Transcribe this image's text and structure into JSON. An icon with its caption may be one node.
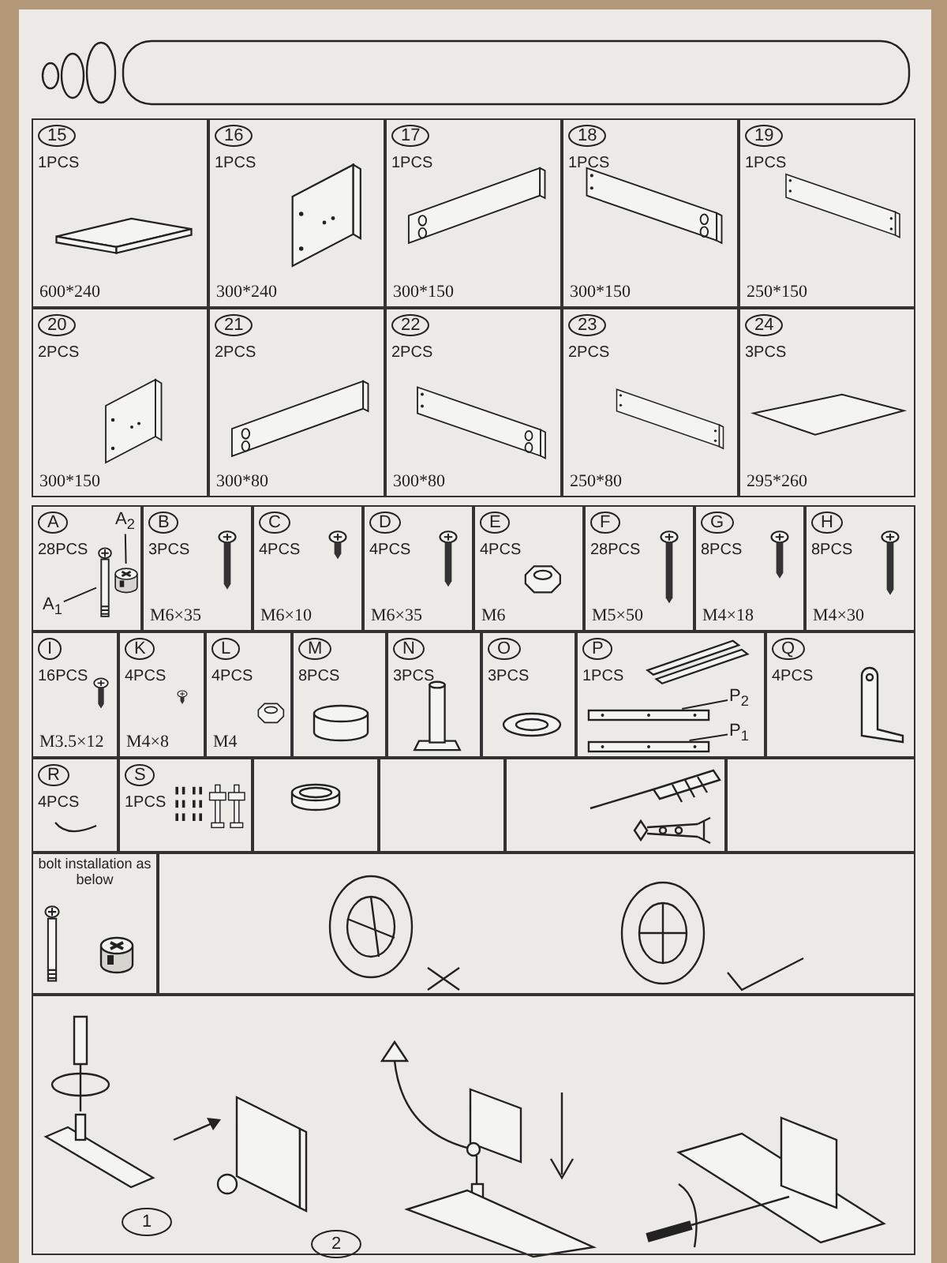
{
  "diagram": {
    "nodes": [
      {
        "text": [
          "15",
          "1PCS",
          "600*240"
        ]
      },
      {
        "text": [
          "16",
          "1PCS",
          "300*240"
        ]
      },
      {
        "text": [
          "17",
          "1PCS",
          "300*150"
        ]
      },
      {
        "text": [
          "18",
          "1PCS",
          "300*150"
        ]
      },
      {
        "text": [
          "19",
          "1PCS",
          "250*150"
        ]
      },
      {
        "text": [
          "20",
          "2PCS",
          "300*150"
        ]
      },
      {
        "text": [
          "21",
          "2PCS",
          "300*80"
        ]
      },
      {
        "text": [
          "22",
          "2PCS",
          "300*80"
        ]
      },
      {
        "text": [
          "23",
          "2PCS",
          "250*80"
        ]
      },
      {
        "text": [
          "24",
          "3PCS",
          "295*260"
        ]
      },
      {
        "text": [
          "A",
          "28PCS"
        ]
      },
      {
        "text": [
          "A$_{1}$"
        ],
        "in": 10
      },
      {
        "text": [
          "A$_{2}$"
        ],
        "in": 10
      },
      {
        "text": [],
        "shape": "picture",
        "in": 10
      },
      {
        "text": [],
        "shape": "picture",
        "in": 10
      },
      {
        "text": [
          "B",
          "3PCS",
          "M6×35"
        ]
      },
      {
        "text": [
          "C",
          "4PCS",
          "M6×10"
        ]
      },
      {
        "text": [
          "D",
          "4PCS",
          "M6×35"
        ]
      },
      {
        "text": [
          "E",
          "4PCS",
          "M6"
        ]
      },
      {
        "text": [
          "F",
          "28PCS",
          "M5×50"
        ]
      },
      {
        "text": [
          "G",
          "8PCS",
          "M4×18"
        ]
      },
      {
        "text": [
          "H",
          "8PCS",
          "M4×30"
        ]
      },
      {
        "text": [
          "I",
          "16PCS",
          "M3.5×12"
        ]
      },
      {
        "text": [
          "K",
          "4PCS",
          "M4×8"
        ]
      },
      {
        "text": [
          "L",
          "4PCS",
          "M4"
        ]
      },
      {
        "text": [
          "M",
          "8PCS"
        ]
      },
      {
        "text": [
          "N",
          "3PCS"
        ]
      },
      {
        "text": [
          "O",
          "3PCS"
        ]
      },
      {
        "text": [
          "P",
          "1PCS"
        ]
      },
      {
        "text": [
          "P$_{2}$"
        ],
        "in": 28
      },
      {
        "text": [
          "P$_{1}$"
        ],
        "in": 28
      },
      {
        "text": [],
        "shape": "picture",
        "in": 28
      },
      {
        "text": [],
        "shape": "picture",
        "in": 28
      },
      {
        "text": [
          "Q",
          "4PCS"
        ]
      },
      {
        "text": [
          "R",
          "4PCS"
        ]
      },
      {
        "text": [
          "S",
          "1PCS"
        ]
      },
      {
        "text": [],
        "shape": "box"
      },
      {
        "text": [],
        "shape": "box"
      },
      {
        "text": [],
        "shape": "box"
      },
      {
        "text": [],
        "shape": "box"
      },
      {
        "text": [
          "bolt installation as below"
        ]
      },
      {
        "text": [],
        "shape": "box"
      },
      {
        "text": [],
        "shape": "box"
      },
      {
        "text": [
          "1"
        ],
        "in": 42
      },
      {
        "text": [
          "2"
        ],
        "in": 42
      }
    ],
    "edges": [
      {
        "from": 11,
        "to": 13,
        "arrow": "none"
      },
      {
        "from": 12,
        "to": 14,
        "arrow": "none"
      },
      {
        "from": 29,
        "to": 31,
        "arrow": "none"
      },
      {
        "from": 30,
        "to": 32,
        "arrow": "none"
      }
    ]
  }
}
